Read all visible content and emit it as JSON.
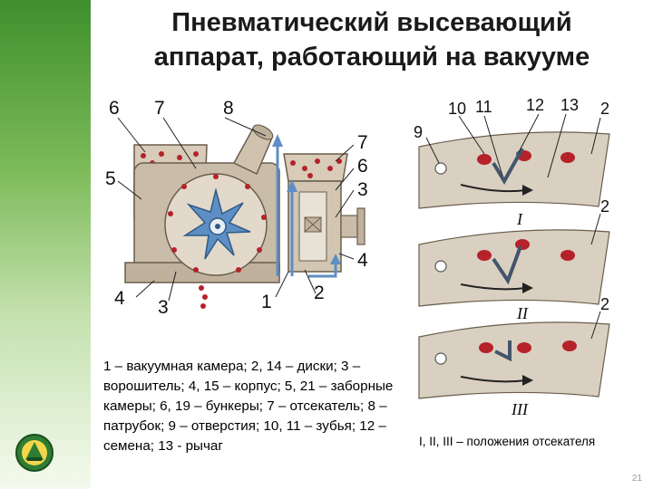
{
  "slide": {
    "title_line1": "Пневматический высевающий",
    "title_line2": "аппарат, работающий на вакууме",
    "page_number": "21"
  },
  "left_diagram": {
    "labels": [
      "6",
      "7",
      "8",
      "5",
      "7",
      "6",
      "3",
      "4",
      "4",
      "3",
      "1",
      "2"
    ]
  },
  "right_diagram": {
    "labels": [
      "10",
      "11",
      "12",
      "13",
      "2",
      "9",
      "2",
      "2"
    ],
    "positions": [
      "I",
      "II",
      "III"
    ]
  },
  "legend": {
    "text": "1 – вакуумная камера; 2, 14 – диски; 3 – ворошитель; 4, 15 – корпус; 5, 21 – заборные камеры; 6, 19 – бункеры; 7 – отсекатель; 8 – патрубок; 9 – отверстия; 10, 11 – зубья; 12 – семена; 13 - рычаг"
  },
  "caption": "I, II, III – положения отсекателя",
  "colors": {
    "sidebar": "#5aa040",
    "seed": "#b5222a",
    "housing": "#c9bca8",
    "disk": "#d9d0c2",
    "agitator": "#5d8fc4"
  }
}
